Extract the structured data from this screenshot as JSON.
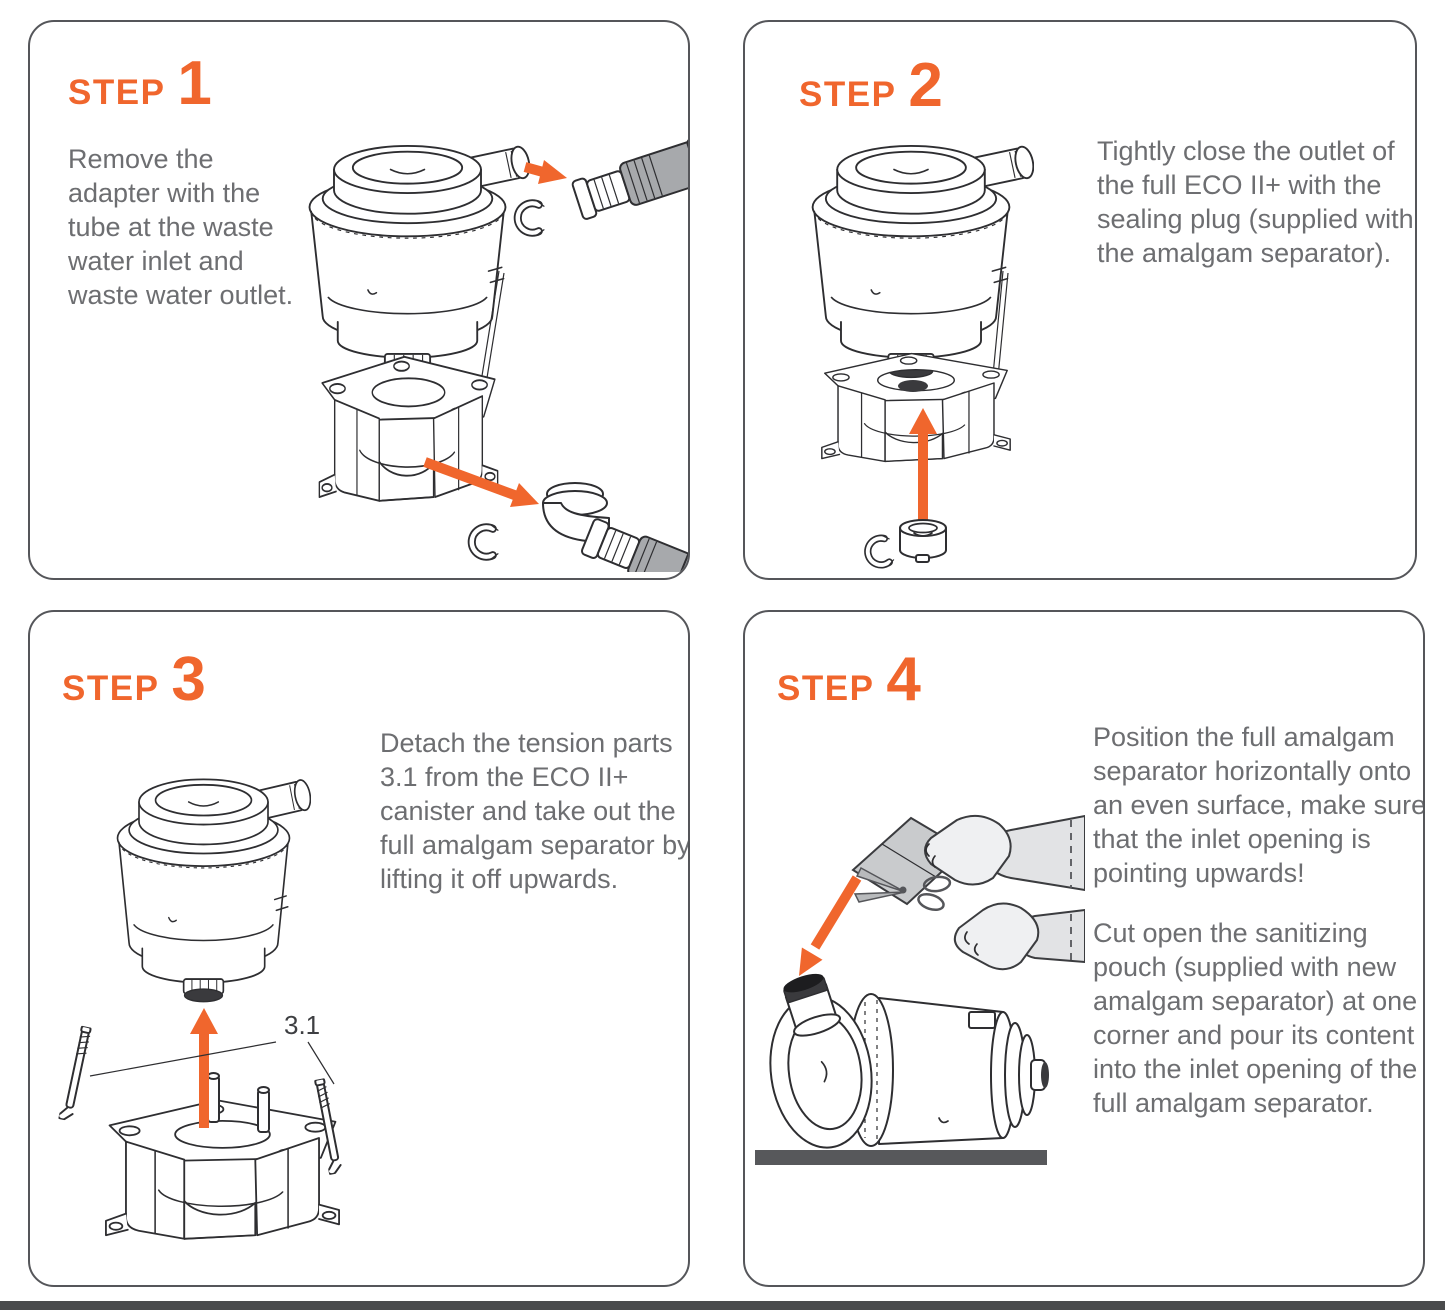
{
  "page": {
    "accent_color": "#F0662D",
    "body_text_color": "#6D6E71",
    "line_color": "#2E2E31"
  },
  "steps": [
    {
      "label": "STEP",
      "number": "1",
      "paragraphs": [
        "Remove the adapter with the tube at the waste water inlet and waste water outlet."
      ],
      "illustration": "separator-on-base-with-inlet-and-outlet-hoses-detached"
    },
    {
      "label": "STEP",
      "number": "2",
      "paragraphs": [
        "Tightly close the outlet of the full ECO II+ with the sealing plug (supplied with the amalgam separator)."
      ],
      "illustration": "separator-on-base-with-sealing-plug-from-below"
    },
    {
      "label": "STEP",
      "number": "3",
      "paragraphs": [
        "Detach the tension parts 3.1 from the ECO II+ canister and take out the full amalgam separator by lifting it off upwards."
      ],
      "callout": "3.1",
      "illustration": "canister-lifted-off-base-with-tension-parts-detached"
    },
    {
      "label": "STEP",
      "number": "4",
      "paragraphs": [
        "Position the full amalgam separator horizontally onto an even surface, make sure that the inlet opening is pointing upwards!",
        "Cut open the sanitizing pouch (supplied with new amalgam separator) at one corner and pour its content into the inlet opening of the full amalgam separator."
      ],
      "illustration": "hands-cutting-sanitizing-pouch-over-horizontal-separator"
    }
  ]
}
